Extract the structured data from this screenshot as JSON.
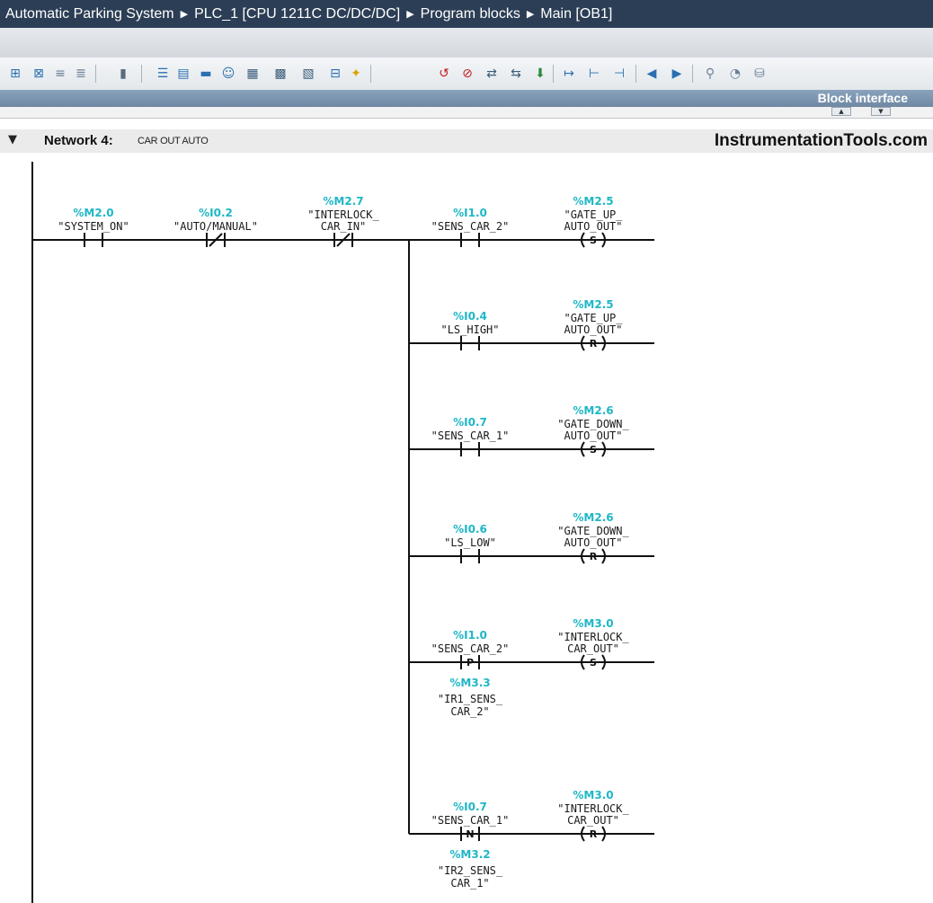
{
  "window": {
    "breadcrumb": [
      "Automatic Parking System",
      "PLC_1 [CPU 1211C DC/DC/DC]",
      "Program blocks",
      "Main [OB1]"
    ],
    "separator": "▶"
  },
  "toolbar": {
    "icons": [
      "insert-network-icon",
      "delete-network-icon",
      "insert-row-icon",
      "add-row-icon",
      "open-branch-icon",
      "absolute-symbolic-icon",
      "show-favorites-icon",
      "network-overview-icon",
      "show-comments-icon",
      "online-monitoring-icon",
      "download-icon",
      "upload-icon",
      "compare-icon",
      "wizard-icon",
      "go-to-error-icon",
      "remove-error-icon",
      "sync-icon",
      "block-call-icon",
      "download-block-icon",
      "jump-icon",
      "align-left-icon",
      "align-right-icon",
      "previous-icon",
      "next-icon",
      "breakpoint-icon",
      "view-icon",
      "database-icon"
    ]
  },
  "interface_bar": {
    "label": "Block interface"
  },
  "network": {
    "label": "Network 4:",
    "title": "CAR OUT AUTO",
    "watermark": "InstrumentationTools.com"
  },
  "rungs": {
    "main_contacts": [
      {
        "address": "%M2.0",
        "tag": [
          "\"SYSTEM_ON\""
        ],
        "type": "NO"
      },
      {
        "address": "%I0.2",
        "tag": [
          "\"AUTO/MANUAL\""
        ],
        "type": "NC"
      },
      {
        "address": "%M2.7",
        "tag": [
          "\"INTERLOCK_",
          "CAR_IN\""
        ],
        "type": "NC"
      }
    ],
    "branches": [
      {
        "contact": {
          "address": "%I1.0",
          "tag": [
            "\"SENS_CAR_2\""
          ],
          "type": "NO"
        },
        "coil": {
          "address": "%M2.5",
          "tag": [
            "\"GATE_UP_",
            "AUTO_OUT\""
          ],
          "type": "S"
        }
      },
      {
        "contact": {
          "address": "%I0.4",
          "tag": [
            "\"LS_HIGH\""
          ],
          "type": "NO"
        },
        "coil": {
          "address": "%M2.5",
          "tag": [
            "\"GATE_UP_",
            "AUTO_OUT\""
          ],
          "type": "R"
        }
      },
      {
        "contact": {
          "address": "%I0.7",
          "tag": [
            "\"SENS_CAR_1\""
          ],
          "type": "NO"
        },
        "coil": {
          "address": "%M2.6",
          "tag": [
            "\"GATE_DOWN_",
            "AUTO_OUT\""
          ],
          "type": "S"
        }
      },
      {
        "contact": {
          "address": "%I0.6",
          "tag": [
            "\"LS_LOW\""
          ],
          "type": "NO"
        },
        "coil": {
          "address": "%M2.6",
          "tag": [
            "\"GATE_DOWN_",
            "AUTO_OUT\""
          ],
          "type": "R"
        }
      },
      {
        "contact": {
          "address": "%I1.0",
          "tag": [
            "\"SENS_CAR_2\""
          ],
          "type": "P",
          "edge_bit": {
            "address": "%M3.3",
            "tag": [
              "\"IR1_SENS_",
              "CAR_2\""
            ]
          }
        },
        "coil": {
          "address": "%M3.0",
          "tag": [
            "\"INTERLOCK_",
            "CAR_OUT\""
          ],
          "type": "S"
        }
      },
      {
        "contact": {
          "address": "%I0.7",
          "tag": [
            "\"SENS_CAR_1\""
          ],
          "type": "N",
          "edge_bit": {
            "address": "%M3.2",
            "tag": [
              "\"IR2_SENS_",
              "CAR_1\""
            ]
          }
        },
        "coil": {
          "address": "%M3.0",
          "tag": [
            "\"INTERLOCK_",
            "CAR_OUT\""
          ],
          "type": "R"
        }
      }
    ]
  },
  "colors": {
    "address": "#1fb7c6",
    "titlebar": "#2c3e55",
    "interface_bar": "#7a93ad"
  }
}
